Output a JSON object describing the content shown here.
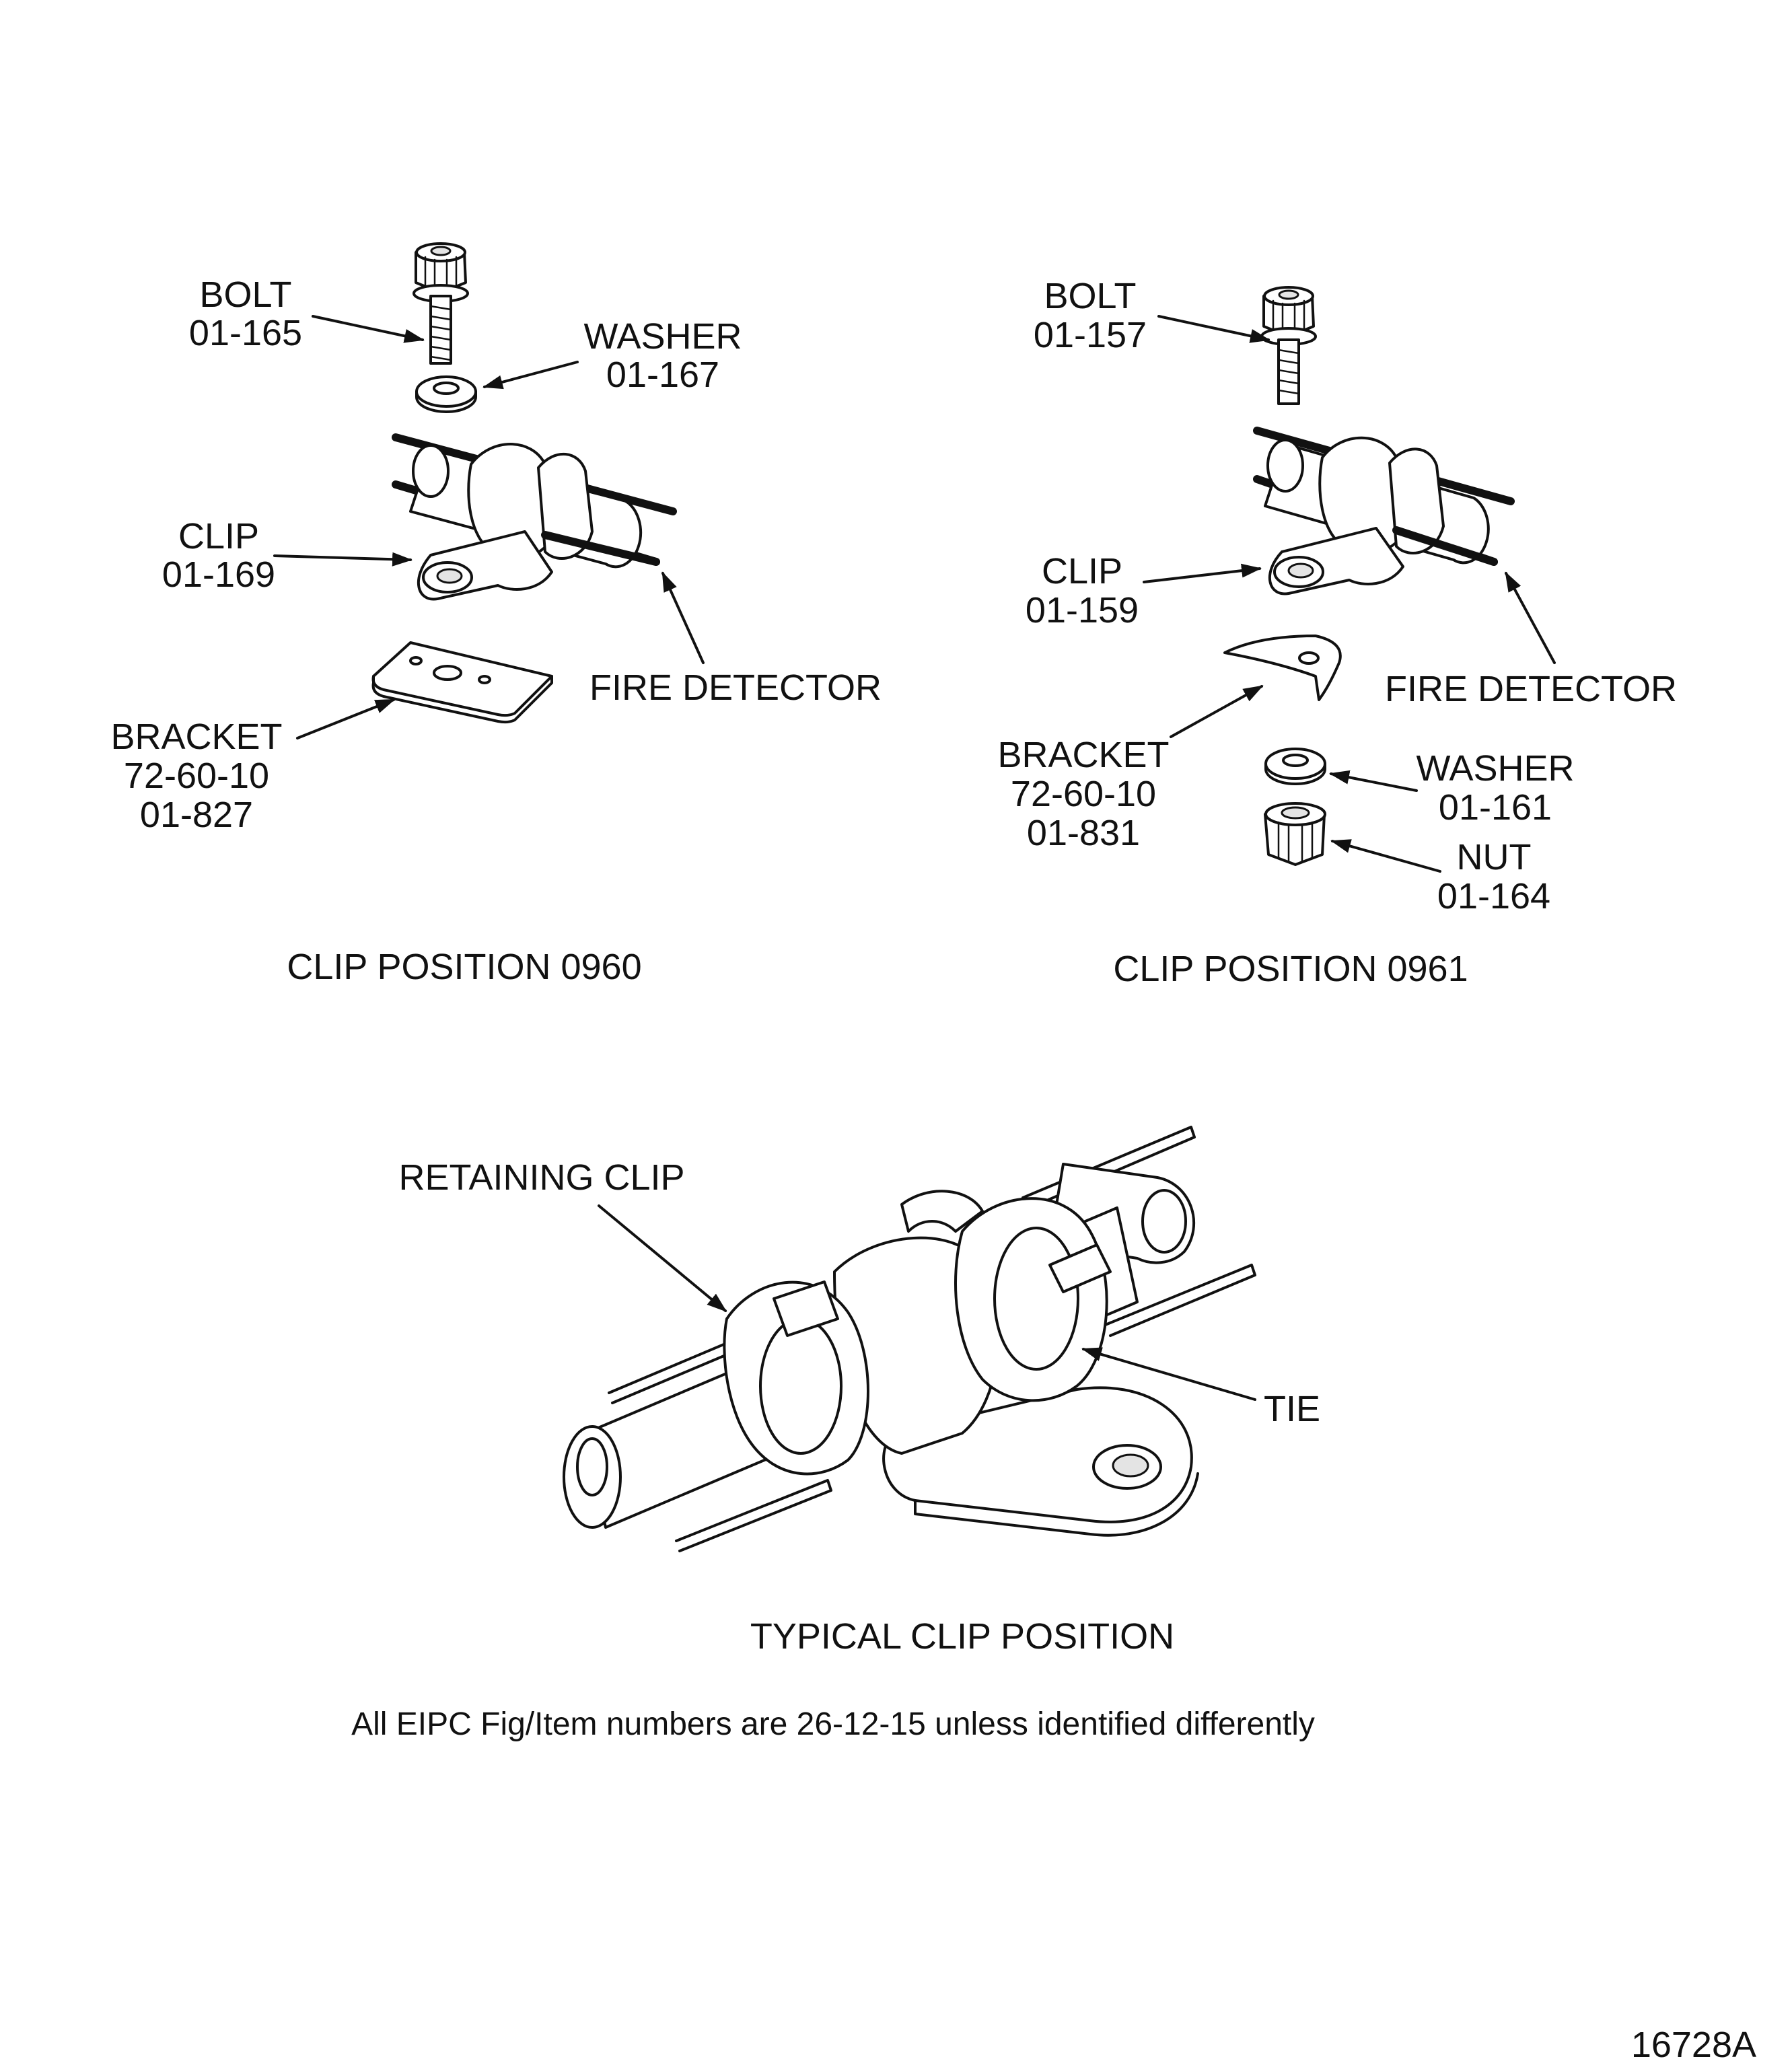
{
  "clip_0960": {
    "caption": "CLIP POSITION 0960",
    "bolt": {
      "name": "BOLT",
      "ref": "01-165"
    },
    "washer": {
      "name": "WASHER",
      "ref": "01-167"
    },
    "clip": {
      "name": "CLIP",
      "ref": "01-169"
    },
    "fire_detector": "FIRE DETECTOR",
    "bracket": {
      "name": "BRACKET",
      "chapter": "72-60-10",
      "ref": "01-827"
    }
  },
  "clip_0961": {
    "caption": "CLIP POSITION 0961",
    "bolt": {
      "name": "BOLT",
      "ref": "01-157"
    },
    "clip": {
      "name": "CLIP",
      "ref": "01-159"
    },
    "fire_detector": "FIRE DETECTOR",
    "bracket": {
      "name": "BRACKET",
      "chapter": "72-60-10",
      "ref": "01-831"
    },
    "washer": {
      "name": "WASHER",
      "ref": "01-161"
    },
    "nut": {
      "name": "NUT",
      "ref": "01-164"
    }
  },
  "typical": {
    "caption": "TYPICAL CLIP POSITION",
    "retaining_clip": "RETAINING CLIP",
    "tie": "TIE"
  },
  "note": "All EIPC Fig/Item numbers are 26-12-15 unless identified differently",
  "figure_id": "16728A"
}
